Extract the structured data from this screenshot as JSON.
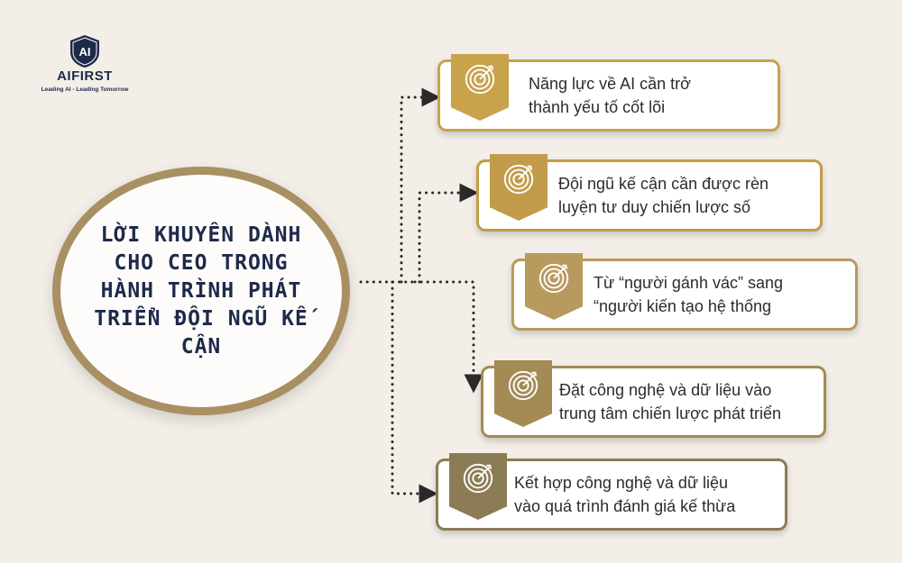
{
  "brand": {
    "name": "AIFIRST",
    "tagline": "Leading AI - Leading Tomorrow",
    "logo_mark": "AI"
  },
  "center": {
    "title": "LỜI KHUYÊN DÀNH CHO CEO TRONG HÀNH TRÌNH PHÁT TRIỂN ĐỘI NGŨ KẾ CẬN"
  },
  "items": [
    {
      "text": "Năng lực về AI cần trở\nthành yếu tố cốt lõi",
      "color": "#c9a24c",
      "icon": "target-icon"
    },
    {
      "text": "Đội ngũ kế cận cần được rèn\nluyện tư duy chiến lược số",
      "color": "#c29c4a",
      "icon": "target-icon"
    },
    {
      "text": "Từ “người gánh vác” sang\n“người kiến tạo hệ thống",
      "color": "#b89a5f",
      "icon": "target-icon"
    },
    {
      "text": "Đặt công nghệ và dữ liệu vào\ntrung tâm chiến lược phát triển",
      "color": "#a48a54",
      "icon": "target-icon"
    },
    {
      "text": "Kết hợp công nghệ và dữ liệu\nvào quá trình đánh giá kế thừa",
      "color": "#8b7c55",
      "icon": "target-icon"
    }
  ],
  "colors": {
    "background": "#f3efe8",
    "navy": "#1e2a4a",
    "gold": "#a89063"
  }
}
